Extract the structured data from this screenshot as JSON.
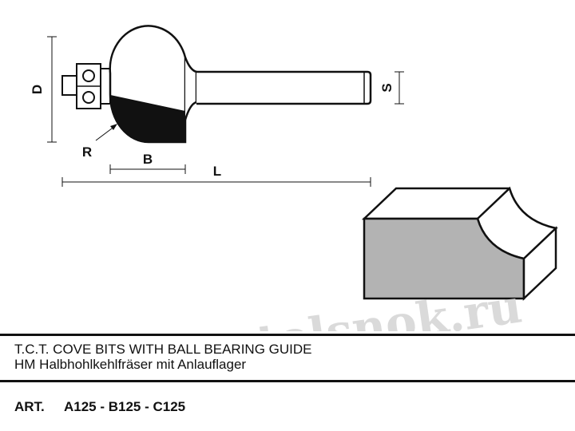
{
  "dimensions": {
    "d": "D",
    "r": "R",
    "b": "B",
    "l": "L",
    "s": "S"
  },
  "watermark": "www.stolsnok.ru",
  "product": {
    "title_en": "T.C.T. COVE BITS WITH BALL BEARING GUIDE",
    "title_de": "HM Halbhohlkehlfräser mit Anlauflager",
    "art_label": "ART.",
    "art_codes": "A125 - B125 - C125"
  },
  "colors": {
    "line": "#111111",
    "cutter_fill": "#111111",
    "profile_face": "#b3b3b3",
    "watermark": "#d4d4d4"
  }
}
